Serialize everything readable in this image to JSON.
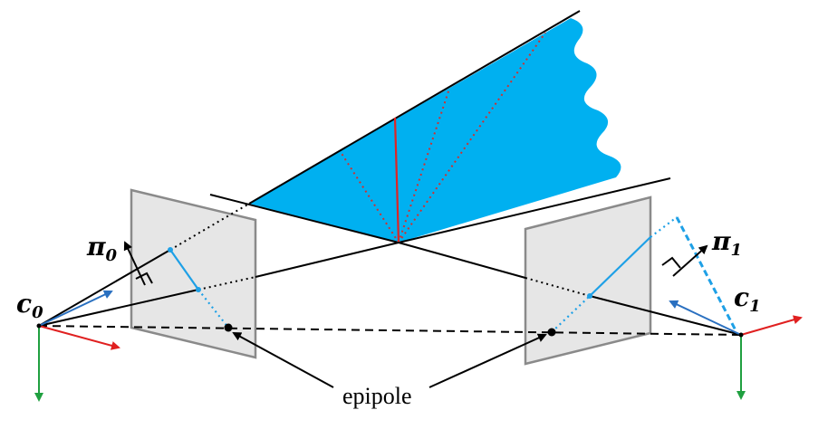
{
  "labels": {
    "camera0": "c",
    "camera0_sub": "0",
    "camera1": "c",
    "camera1_sub": "1",
    "plane0": "π",
    "plane0_sub": "0",
    "plane1": "π",
    "plane1_sub": "1",
    "epipole": "epipole"
  },
  "colors": {
    "wedge_fill": "#00b0f0",
    "image_plane": "#e6e6e6",
    "image_plane_edge": "#8a8a8a",
    "epipolar_line": "#1ea0e6",
    "ray_red": "#e02424",
    "ray_red_dotted": "#d03030",
    "axis_red": "#e02020",
    "axis_green": "#20a040",
    "axis_blue": "#2a70c0",
    "line": "#000000"
  }
}
